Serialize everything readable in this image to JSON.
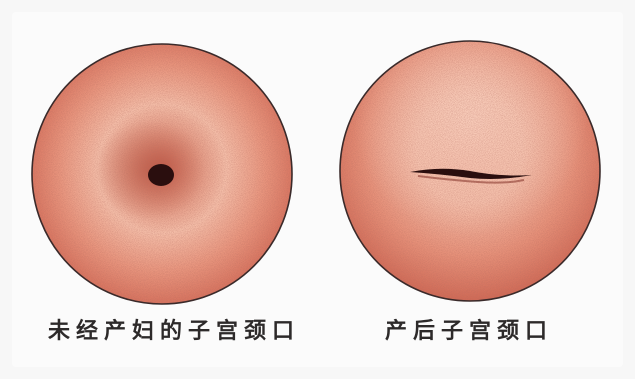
{
  "figures": [
    {
      "id": "nulliparous",
      "caption": "未经产妇的子宫颈口",
      "os_shape": "round-dot"
    },
    {
      "id": "postpartum",
      "caption": "产后子宫颈口",
      "os_shape": "transverse-slit"
    }
  ],
  "colors": {
    "tissue_light": "#f5b6a0",
    "tissue_mid": "#e98e76",
    "tissue_dark": "#c95f4d",
    "outline": "#3a2a2a",
    "os": "#2a0e0e"
  }
}
